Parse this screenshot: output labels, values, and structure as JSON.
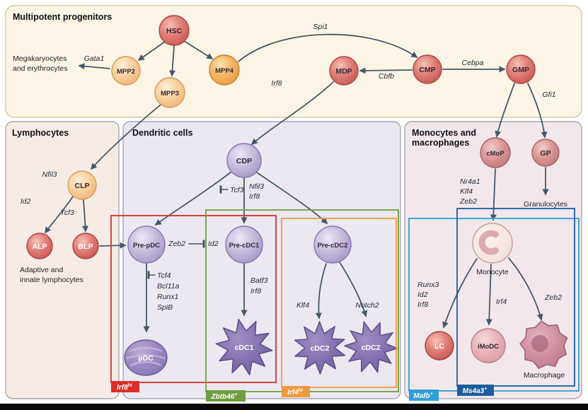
{
  "panels": {
    "progenitors": {
      "title": "Multipotent progenitors"
    },
    "lymphocytes": {
      "title": "Lymphocytes"
    },
    "dendritic": {
      "title": "Dendritic cells"
    },
    "monocytes": {
      "title_line1": "Monocytes and",
      "title_line2": "macrophages"
    }
  },
  "cells": {
    "hsc": "HSC",
    "mpp2": "MPP2",
    "mpp3": "MPP3",
    "mpp4": "MPP4",
    "mdp": "MDP",
    "cmp": "CMP",
    "gmp": "GMP",
    "clp": "CLP",
    "alp": "ALP",
    "blp": "BLP",
    "cdp": "CDP",
    "pre_pdc": "Pre-pDC",
    "pre_cdc1": "Pre-cDC1",
    "pre_cdc2": "Pre-cDC2",
    "pdc": "pDC",
    "cdc1": "cDC1",
    "cdc2": "cDC2",
    "cmop": "cMoP",
    "gp": "GP",
    "monocyte": "Monocyte",
    "lc": "LC",
    "imodc": "iMoDC",
    "macrophage": "Macrophage"
  },
  "genes": {
    "spi1": "Spi1",
    "gata1": "Gata1",
    "irf8": "Irf8",
    "cbfb": "Cbfb",
    "cebpa": "Cebpa",
    "gfi1": "Gfi1",
    "nfil3": "Nfil3",
    "id2": "Id2",
    "tcf3": "Tcf3",
    "zeb2": "Zeb2",
    "tcf4": "Tcf4",
    "bcl11a": "Bcl11a",
    "runx1": "Runx1",
    "spib": "SpiB",
    "batf3": "Batf3",
    "klf4": "Klf4",
    "notch2": "Notch2",
    "nr4a1": "Nr4a1",
    "runx3": "Runx3",
    "irf4": "Irf4"
  },
  "notes": {
    "megakaryocytes_line1": "Megakaryocytes",
    "megakaryocytes_line2": "and erythrocytes",
    "lymphocytes_line1": "Adaptive and",
    "lymphocytes_line2": "innate lymphocytes",
    "granulocytes": "Granulocytes"
  },
  "tags": {
    "irf8hi": {
      "base": "Irf8",
      "sup": "hi"
    },
    "zbtb46": {
      "base": "Zbtb46",
      "sup": "+"
    },
    "irf4hi": {
      "base": "Irf4",
      "sup": "hi"
    },
    "mafb": {
      "base": "Mafb",
      "sup": "+"
    },
    "ms4a3": {
      "base": "Ms4a3",
      "sup": "+"
    }
  },
  "colors": {
    "tag_red": "#d92f27",
    "tag_green": "#6f9e3f",
    "tag_orange": "#f0993e",
    "tag_lightblue": "#2e9fd4",
    "tag_darkblue": "#1d5d9e",
    "arrow": "#44576b"
  }
}
